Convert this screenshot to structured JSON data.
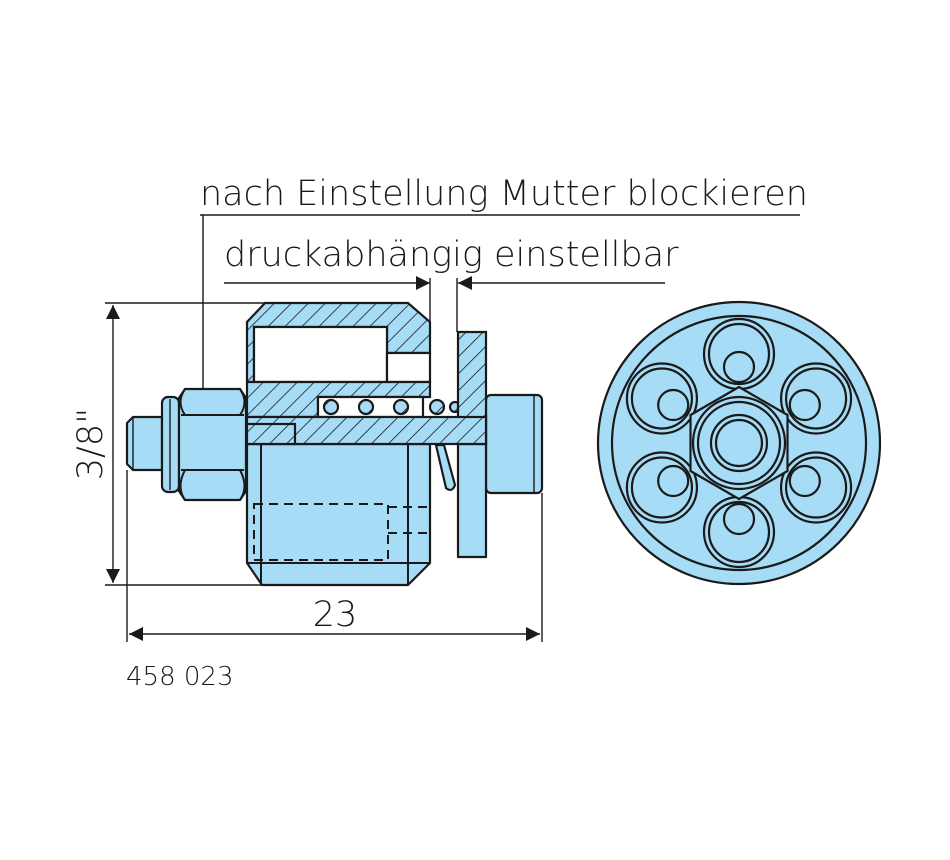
{
  "labels": {
    "lock_nut_note": "nach Einstellung Mutter blockieren",
    "pressure_note": "druckabhängig einstellbar",
    "height_dim": "3/8\"",
    "length_dim": "23",
    "part_number": "458 023"
  },
  "colors": {
    "part_fill": "#a6dcf5",
    "line": "#1a1a1a"
  }
}
